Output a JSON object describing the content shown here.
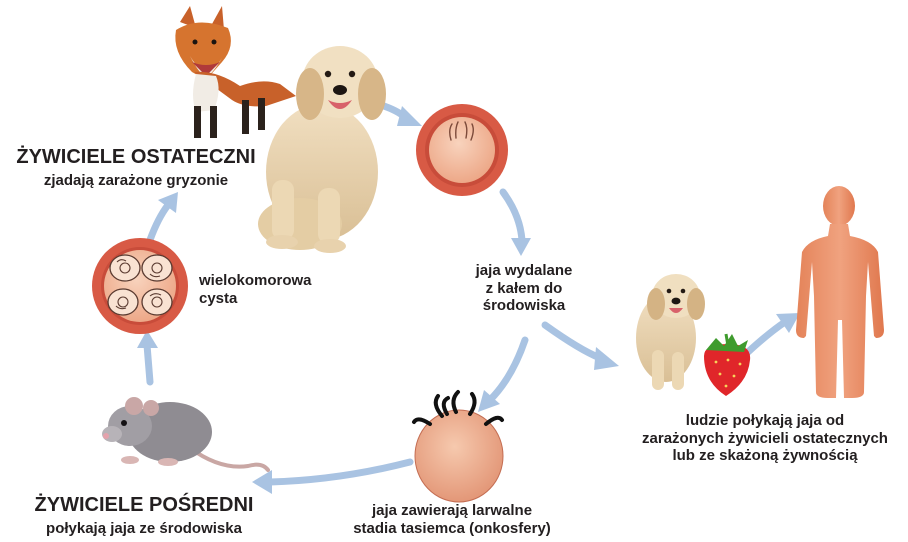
{
  "definitive_hosts": {
    "title": "ŻYWICIELE OSTATECZNI",
    "subtitle": "zjadają zarażone gryzonie"
  },
  "cyst": {
    "label_line1": "wielokomorowa",
    "label_line2": "cysta"
  },
  "eggs_excreted": {
    "line1": "jaja wydalane",
    "line2": "z kałem do",
    "line3": "środowiska"
  },
  "oncospheres": {
    "line1": "jaja zawierają larwalne",
    "line2": "stadia tasiemca (onkosfery)"
  },
  "intermediate_hosts": {
    "title": "ŻYWICIELE POŚREDNI",
    "subtitle": "połykają jaja ze środowiska"
  },
  "humans": {
    "line1": "ludzie połykają jaja od",
    "line2": "zarażonych żywicieli ostatecznych",
    "line3": "lub ze skażoną żywnością"
  },
  "colors": {
    "arrow": "#a9c3e2",
    "egg_ring": "#d85a45",
    "egg_fill": "#f3c0a7",
    "human": "#e8926b"
  },
  "icons": [
    "fox-icon",
    "dog-icon",
    "egg-icon",
    "oncosphere-icon",
    "rat-icon",
    "cyst-icon",
    "small-dog-icon",
    "strawberry-icon",
    "human-silhouette-icon"
  ]
}
